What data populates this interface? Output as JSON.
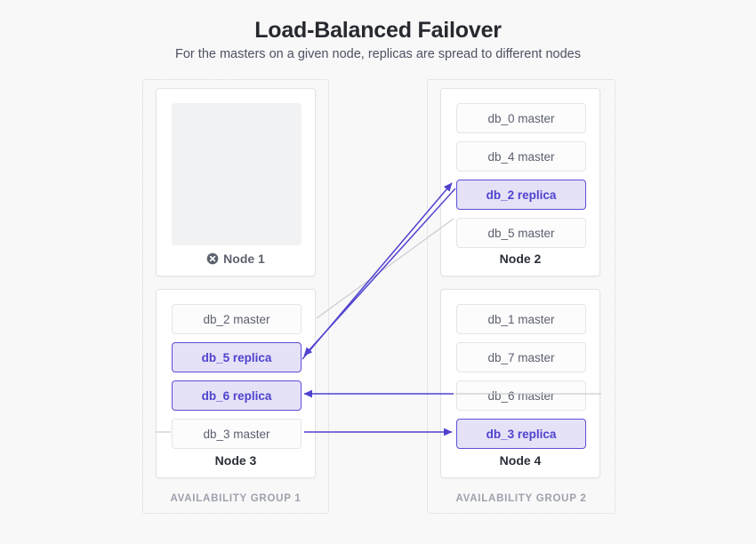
{
  "header": {
    "title": "Load-Balanced Failover",
    "subtitle": "For the masters on a given node, replicas are spread to different nodes"
  },
  "colors": {
    "background": "#f8f8f9",
    "replica_fill": "#e5e2f7",
    "replica_border": "#5b4fd6",
    "replica_text": "#4f42cf",
    "master_fill": "#fcfcfd",
    "master_border": "#e4e5e9",
    "master_text": "#5b606d",
    "arrow_purple": "#4f42cf",
    "arrow_grey": "#c9cad0",
    "group_border": "#d3d4d8",
    "group_label": "#9ea1ac",
    "failed_icon": "#5d626e"
  },
  "groups": [
    {
      "id": "group-1",
      "label": "AVAILABILITY GROUP 1"
    },
    {
      "id": "group-2",
      "label": "AVAILABILITY GROUP 2"
    }
  ],
  "nodes": [
    {
      "id": "node-1",
      "label": "Node 1",
      "status": "failed",
      "status_icon": "x-circle-icon",
      "empty": true,
      "databases": []
    },
    {
      "id": "node-2",
      "label": "Node 2",
      "status": "healthy",
      "empty": false,
      "databases": [
        {
          "label": "db_0 master",
          "role": "master"
        },
        {
          "label": "db_4 master",
          "role": "master"
        },
        {
          "label": "db_2 replica",
          "role": "replica"
        },
        {
          "label": "db_5 master",
          "role": "master"
        }
      ]
    },
    {
      "id": "node-3",
      "label": "Node 3",
      "status": "healthy",
      "empty": false,
      "databases": [
        {
          "label": "db_2 master",
          "role": "master"
        },
        {
          "label": "db_5 replica",
          "role": "replica"
        },
        {
          "label": "db_6 replica",
          "role": "replica"
        },
        {
          "label": "db_3 master",
          "role": "master"
        }
      ]
    },
    {
      "id": "node-4",
      "label": "Node 4",
      "status": "healthy",
      "empty": false,
      "databases": [
        {
          "label": "db_1 master",
          "role": "master"
        },
        {
          "label": "db_7 master",
          "role": "master"
        },
        {
          "label": "db_6 master",
          "role": "master"
        },
        {
          "label": "db_3 replica",
          "role": "replica"
        }
      ]
    }
  ],
  "connections": [
    {
      "name": "db_2-master-to-db_2-replica",
      "from": "db_2 master",
      "to": "db_2 replica",
      "style": "purple",
      "arrowhead": "end"
    },
    {
      "name": "db_5-master-to-db_5-replica",
      "from": "db_5 master",
      "to": "db_5 replica",
      "style": "purple",
      "arrowhead": "end"
    },
    {
      "name": "db_6-master-to-db_6-replica",
      "from": "db_6 master",
      "to": "db_6 replica",
      "style": "purple",
      "arrowhead": "end"
    },
    {
      "name": "db_3-master-to-db_3-replica",
      "from": "db_3 master",
      "to": "db_3 replica",
      "style": "purple",
      "arrowhead": "end"
    },
    {
      "name": "db_2-master-link-grey",
      "from": "db_2 master",
      "to": "db_5 master",
      "style": "grey",
      "arrowhead": "none"
    },
    {
      "name": "db_3-master-link-grey",
      "from": "db_3 master",
      "to": "db_6 master",
      "style": "grey",
      "arrowhead": "none"
    }
  ]
}
